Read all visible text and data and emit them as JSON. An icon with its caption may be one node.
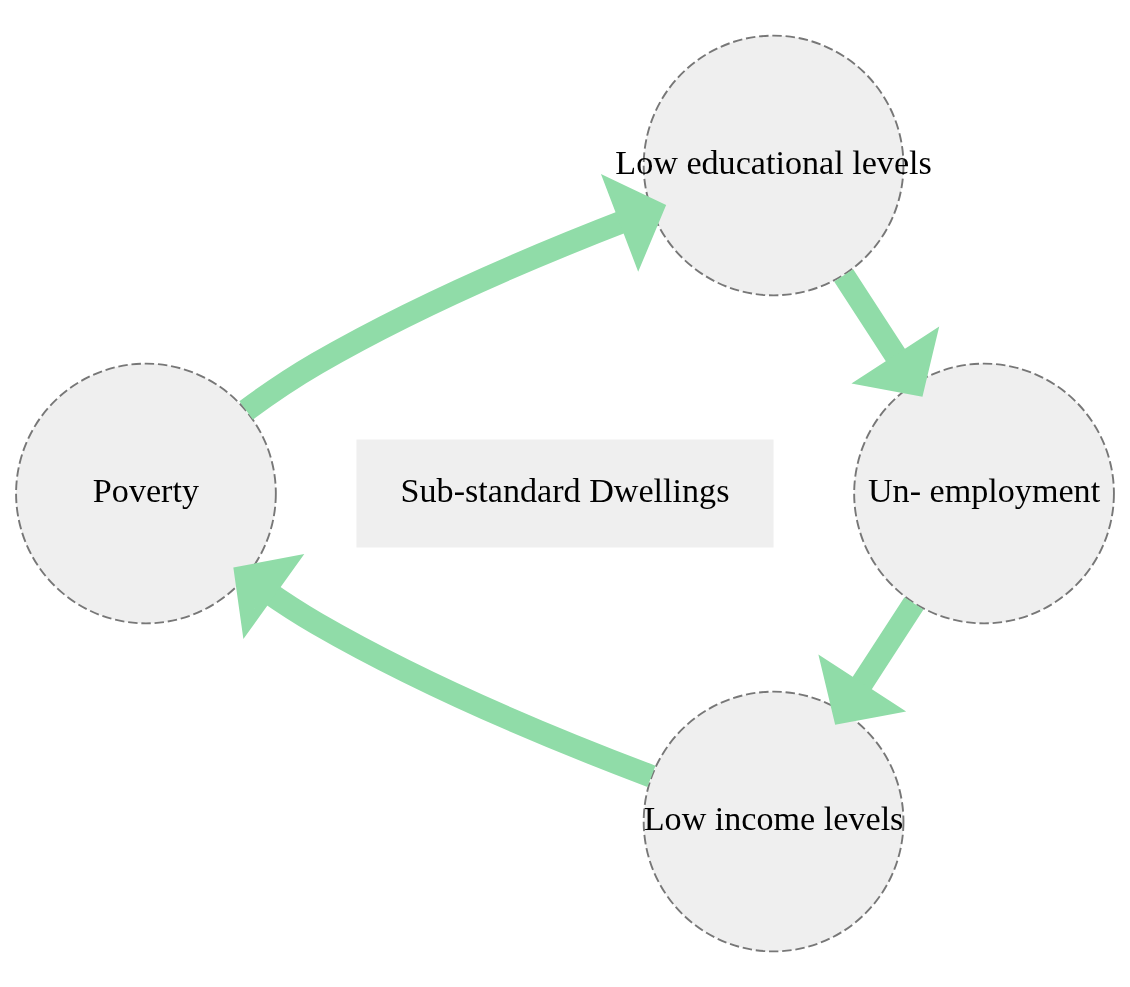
{
  "diagram": {
    "nodes": [
      {
        "text": [
          "Low educational levels"
        ]
      },
      {
        "text": [
          "Un- employment"
        ]
      },
      {
        "text": [
          "Low income levels"
        ]
      },
      {
        "text": [
          "Poverty"
        ]
      },
      {
        "text": [
          "Sub-standard Dwellings"
        ]
      }
    ],
    "edges": [
      {
        "from": 0,
        "to": 1,
        "arrow": "to"
      },
      {
        "from": 1,
        "to": 2,
        "arrow": "to"
      },
      {
        "from": 2,
        "to": 3,
        "arrow": "to"
      },
      {
        "from": 3,
        "to": 0,
        "arrow": "to"
      }
    ]
  }
}
